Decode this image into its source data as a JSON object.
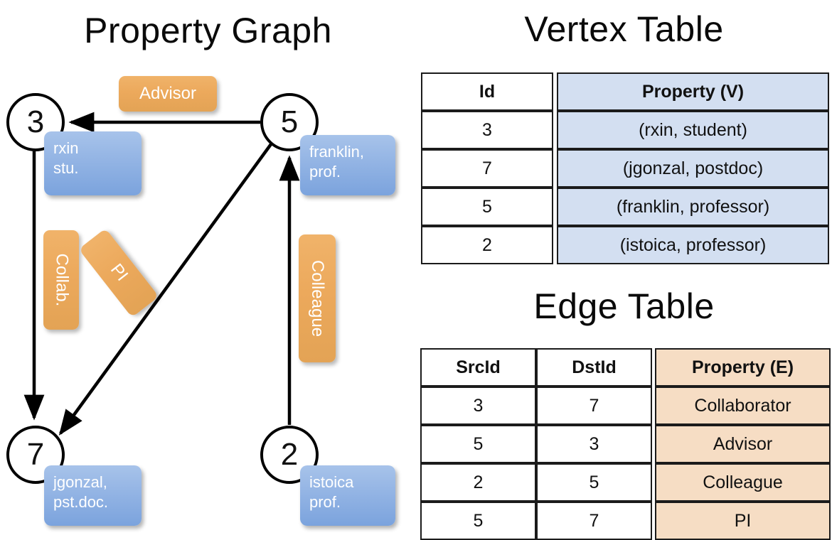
{
  "titles": {
    "property_graph": "Property Graph",
    "vertex_table": "Vertex Table",
    "edge_table": "Edge Table"
  },
  "graph": {
    "nodes": [
      {
        "id": "3",
        "property_box": "rxin\nstu."
      },
      {
        "id": "5",
        "property_box": "franklin,\nprof."
      },
      {
        "id": "7",
        "property_box": "jgonzal,\npst.doc."
      },
      {
        "id": "2",
        "property_box": "istoica\nprof."
      }
    ],
    "node_labels": {
      "n3": "3",
      "n5": "5",
      "n7": "7",
      "n2": "2"
    },
    "property_boxes": {
      "rxin_line1": "rxin",
      "rxin_line2": "stu.",
      "franklin_line1": "franklin,",
      "franklin_line2": "prof.",
      "jgonzal_line1": "jgonzal,",
      "jgonzal_line2": "pst.doc.",
      "istoica_line1": "istoica",
      "istoica_line2": "prof."
    },
    "edge_labels": {
      "advisor": "Advisor",
      "collab": "Collab.",
      "pi": "PI",
      "colleague": "Colleague"
    },
    "edges": [
      {
        "from": "5",
        "to": "3",
        "label": "Advisor"
      },
      {
        "from": "3",
        "to": "7",
        "label": "Collab."
      },
      {
        "from": "5",
        "to": "7",
        "label": "PI"
      },
      {
        "from": "2",
        "to": "5",
        "label": "Colleague"
      }
    ]
  },
  "vertex_table": {
    "headers": {
      "id": "Id",
      "property": "Property (V)"
    },
    "rows": [
      {
        "id": "3",
        "property": "(rxin, student)"
      },
      {
        "id": "7",
        "property": "(jgonzal, postdoc)"
      },
      {
        "id": "5",
        "property": "(franklin, professor)"
      },
      {
        "id": "2",
        "property": "(istoica, professor)"
      }
    ]
  },
  "edge_table": {
    "headers": {
      "src": "SrcId",
      "dst": "DstId",
      "property": "Property (E)"
    },
    "rows": [
      {
        "src": "3",
        "dst": "7",
        "property": "Collaborator"
      },
      {
        "src": "5",
        "dst": "3",
        "property": "Advisor"
      },
      {
        "src": "2",
        "dst": "5",
        "property": "Colleague"
      },
      {
        "src": "5",
        "dst": "7",
        "property": "PI"
      }
    ]
  },
  "colors": {
    "vertex_property_fill": "#d3dff1",
    "edge_property_fill": "#f6ddc4",
    "node_box_blue": "#93b4e4",
    "edge_label_orange": "#eca95c",
    "stroke": "#000000",
    "background": "#ffffff"
  }
}
